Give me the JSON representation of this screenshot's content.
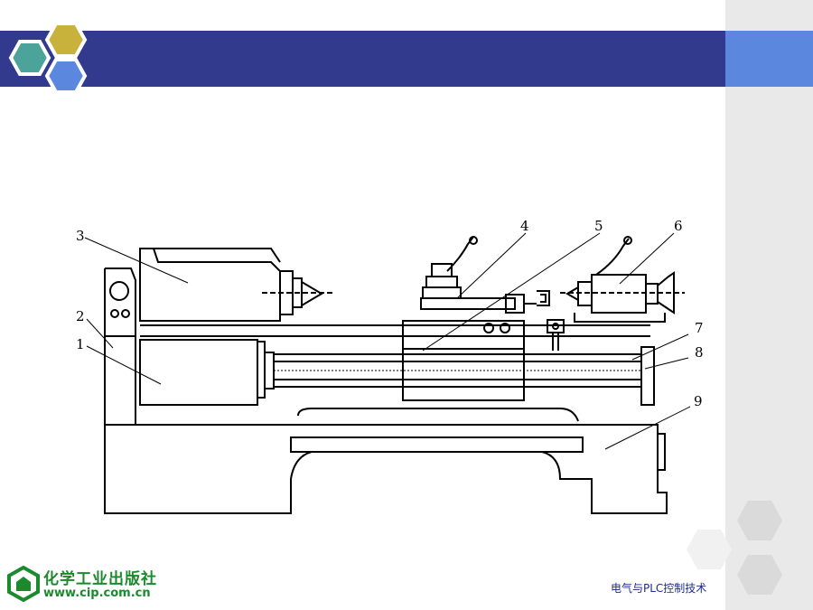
{
  "slide": {
    "colors": {
      "header_bar": "#323a8e",
      "header_accent": "#5b87de",
      "right_panel": "#e9e9e9",
      "hex_teal": "#4ba39a",
      "hex_gold": "#c8b23c",
      "hex_blue": "#5b87de",
      "publisher_green": "#1b8a2c",
      "footer_text": "#1f2a8c"
    },
    "icons": [
      "hexagon-logo-icon",
      "publisher-logo-icon",
      "decorative-hexagons-icon"
    ]
  },
  "diagram": {
    "callouts": [
      "1",
      "2",
      "3",
      "4",
      "5",
      "6",
      "7",
      "8",
      "9"
    ]
  },
  "footer": {
    "publisher_name": "化学工业出版社",
    "publisher_url": "www.cip.com.cn",
    "course_title": "电气与PLC控制技术"
  }
}
